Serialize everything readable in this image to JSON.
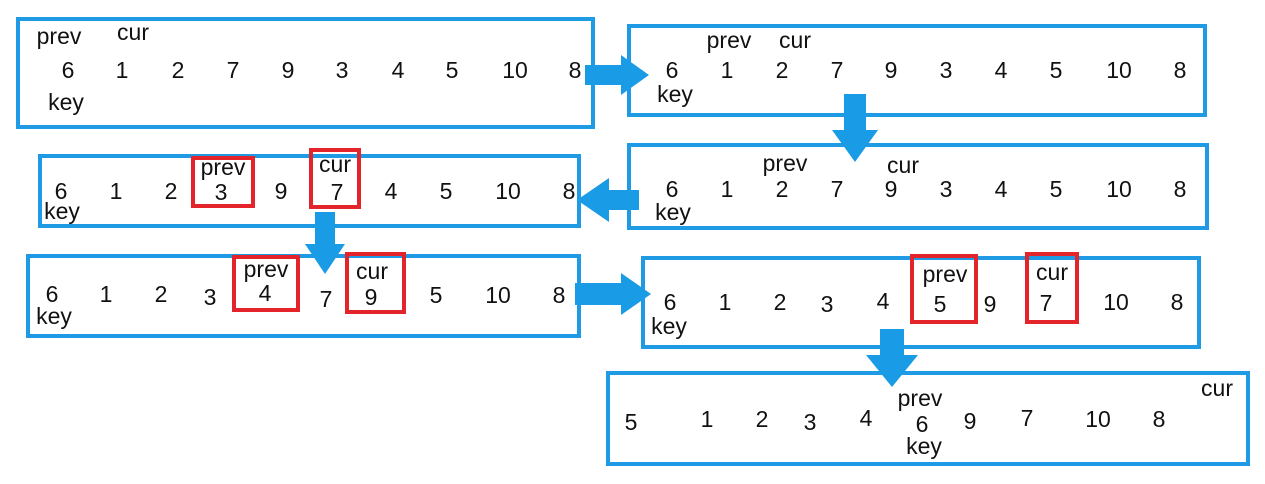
{
  "colors": {
    "frame": "#1e9be4",
    "arrow": "#1a9be6",
    "highlight": "#e3242b",
    "text": "#111111"
  },
  "steps": [
    {
      "values": [
        "6",
        "1",
        "2",
        "7",
        "9",
        "3",
        "4",
        "5",
        "10",
        "8"
      ],
      "prev": "prev",
      "cur": "cur",
      "key": "key"
    },
    {
      "values": [
        "6",
        "1",
        "2",
        "7",
        "9",
        "3",
        "4",
        "5",
        "10",
        "8"
      ],
      "prev": "prev",
      "cur": "cur",
      "key": "key"
    },
    {
      "values": [
        "6",
        "1",
        "2",
        "7",
        "9",
        "3",
        "4",
        "5",
        "10",
        "8"
      ],
      "prev": "prev",
      "cur": "cur",
      "key": "key"
    },
    {
      "values": [
        "6",
        "1",
        "2",
        "3",
        "9",
        "7",
        "4",
        "5",
        "10",
        "8"
      ],
      "prev": "prev",
      "cur": "cur",
      "key": "key"
    },
    {
      "values": [
        "6",
        "1",
        "2",
        "3",
        "4",
        "7",
        "9",
        "5",
        "10",
        "8"
      ],
      "prev": "prev",
      "cur": "cur",
      "key": "key"
    },
    {
      "values": [
        "6",
        "1",
        "2",
        "3",
        "4",
        "5",
        "9",
        "7",
        "10",
        "8"
      ],
      "prev": "prev",
      "cur": "cur",
      "key": "key"
    },
    {
      "values": [
        "5",
        "1",
        "2",
        "3",
        "4",
        "6",
        "9",
        "7",
        "10",
        "8"
      ],
      "prev": "prev",
      "cur": "cur",
      "key": "key"
    }
  ]
}
